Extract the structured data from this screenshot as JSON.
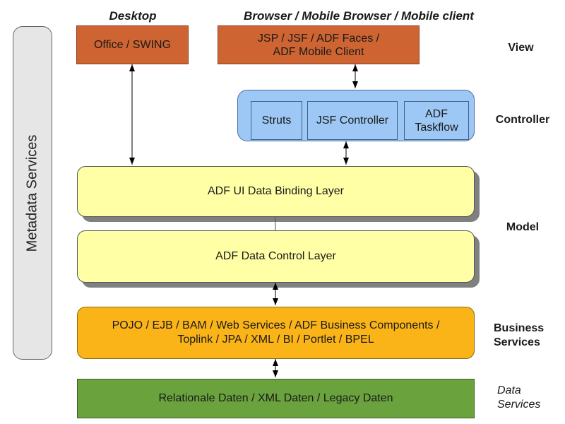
{
  "columns": {
    "desktop": "Desktop",
    "browser": "Browser / Mobile Browser / Mobile client"
  },
  "view": {
    "desktop_box": "Office / SWING",
    "browser_box_line1": "JSP / JSF / ADF Faces /",
    "browser_box_line2": "ADF Mobile Client"
  },
  "controller": {
    "items": [
      {
        "line1": "Struts",
        "line2": ""
      },
      {
        "line1": "JSF Controller",
        "line2": ""
      },
      {
        "line1": "ADF",
        "line2": "Taskflow"
      }
    ]
  },
  "model": {
    "binding_layer": "ADF UI Data Binding Layer",
    "control_layer": "ADF Data Control Layer"
  },
  "business": {
    "line1": "POJO / EJB / BAM / Web Services / ADF Business Components /",
    "line2": "Toplink / JPA / XML / BI / Portlet / BPEL"
  },
  "data": {
    "box": "Relationale Daten / XML Daten / Legacy Daten"
  },
  "layers": {
    "view": "View",
    "controller": "Controller",
    "model": "Model",
    "business_line1": "Business",
    "business_line2": "Services",
    "data_line1": "Data",
    "data_line2": "Services"
  },
  "metadata": "Metadata Services",
  "colors": {
    "view": "#cd6432",
    "controller": "#9dc8f5",
    "model": "#ffffa5",
    "business": "#fbb418",
    "data": "#6aa23e",
    "metadata": "#e6e6e6"
  }
}
